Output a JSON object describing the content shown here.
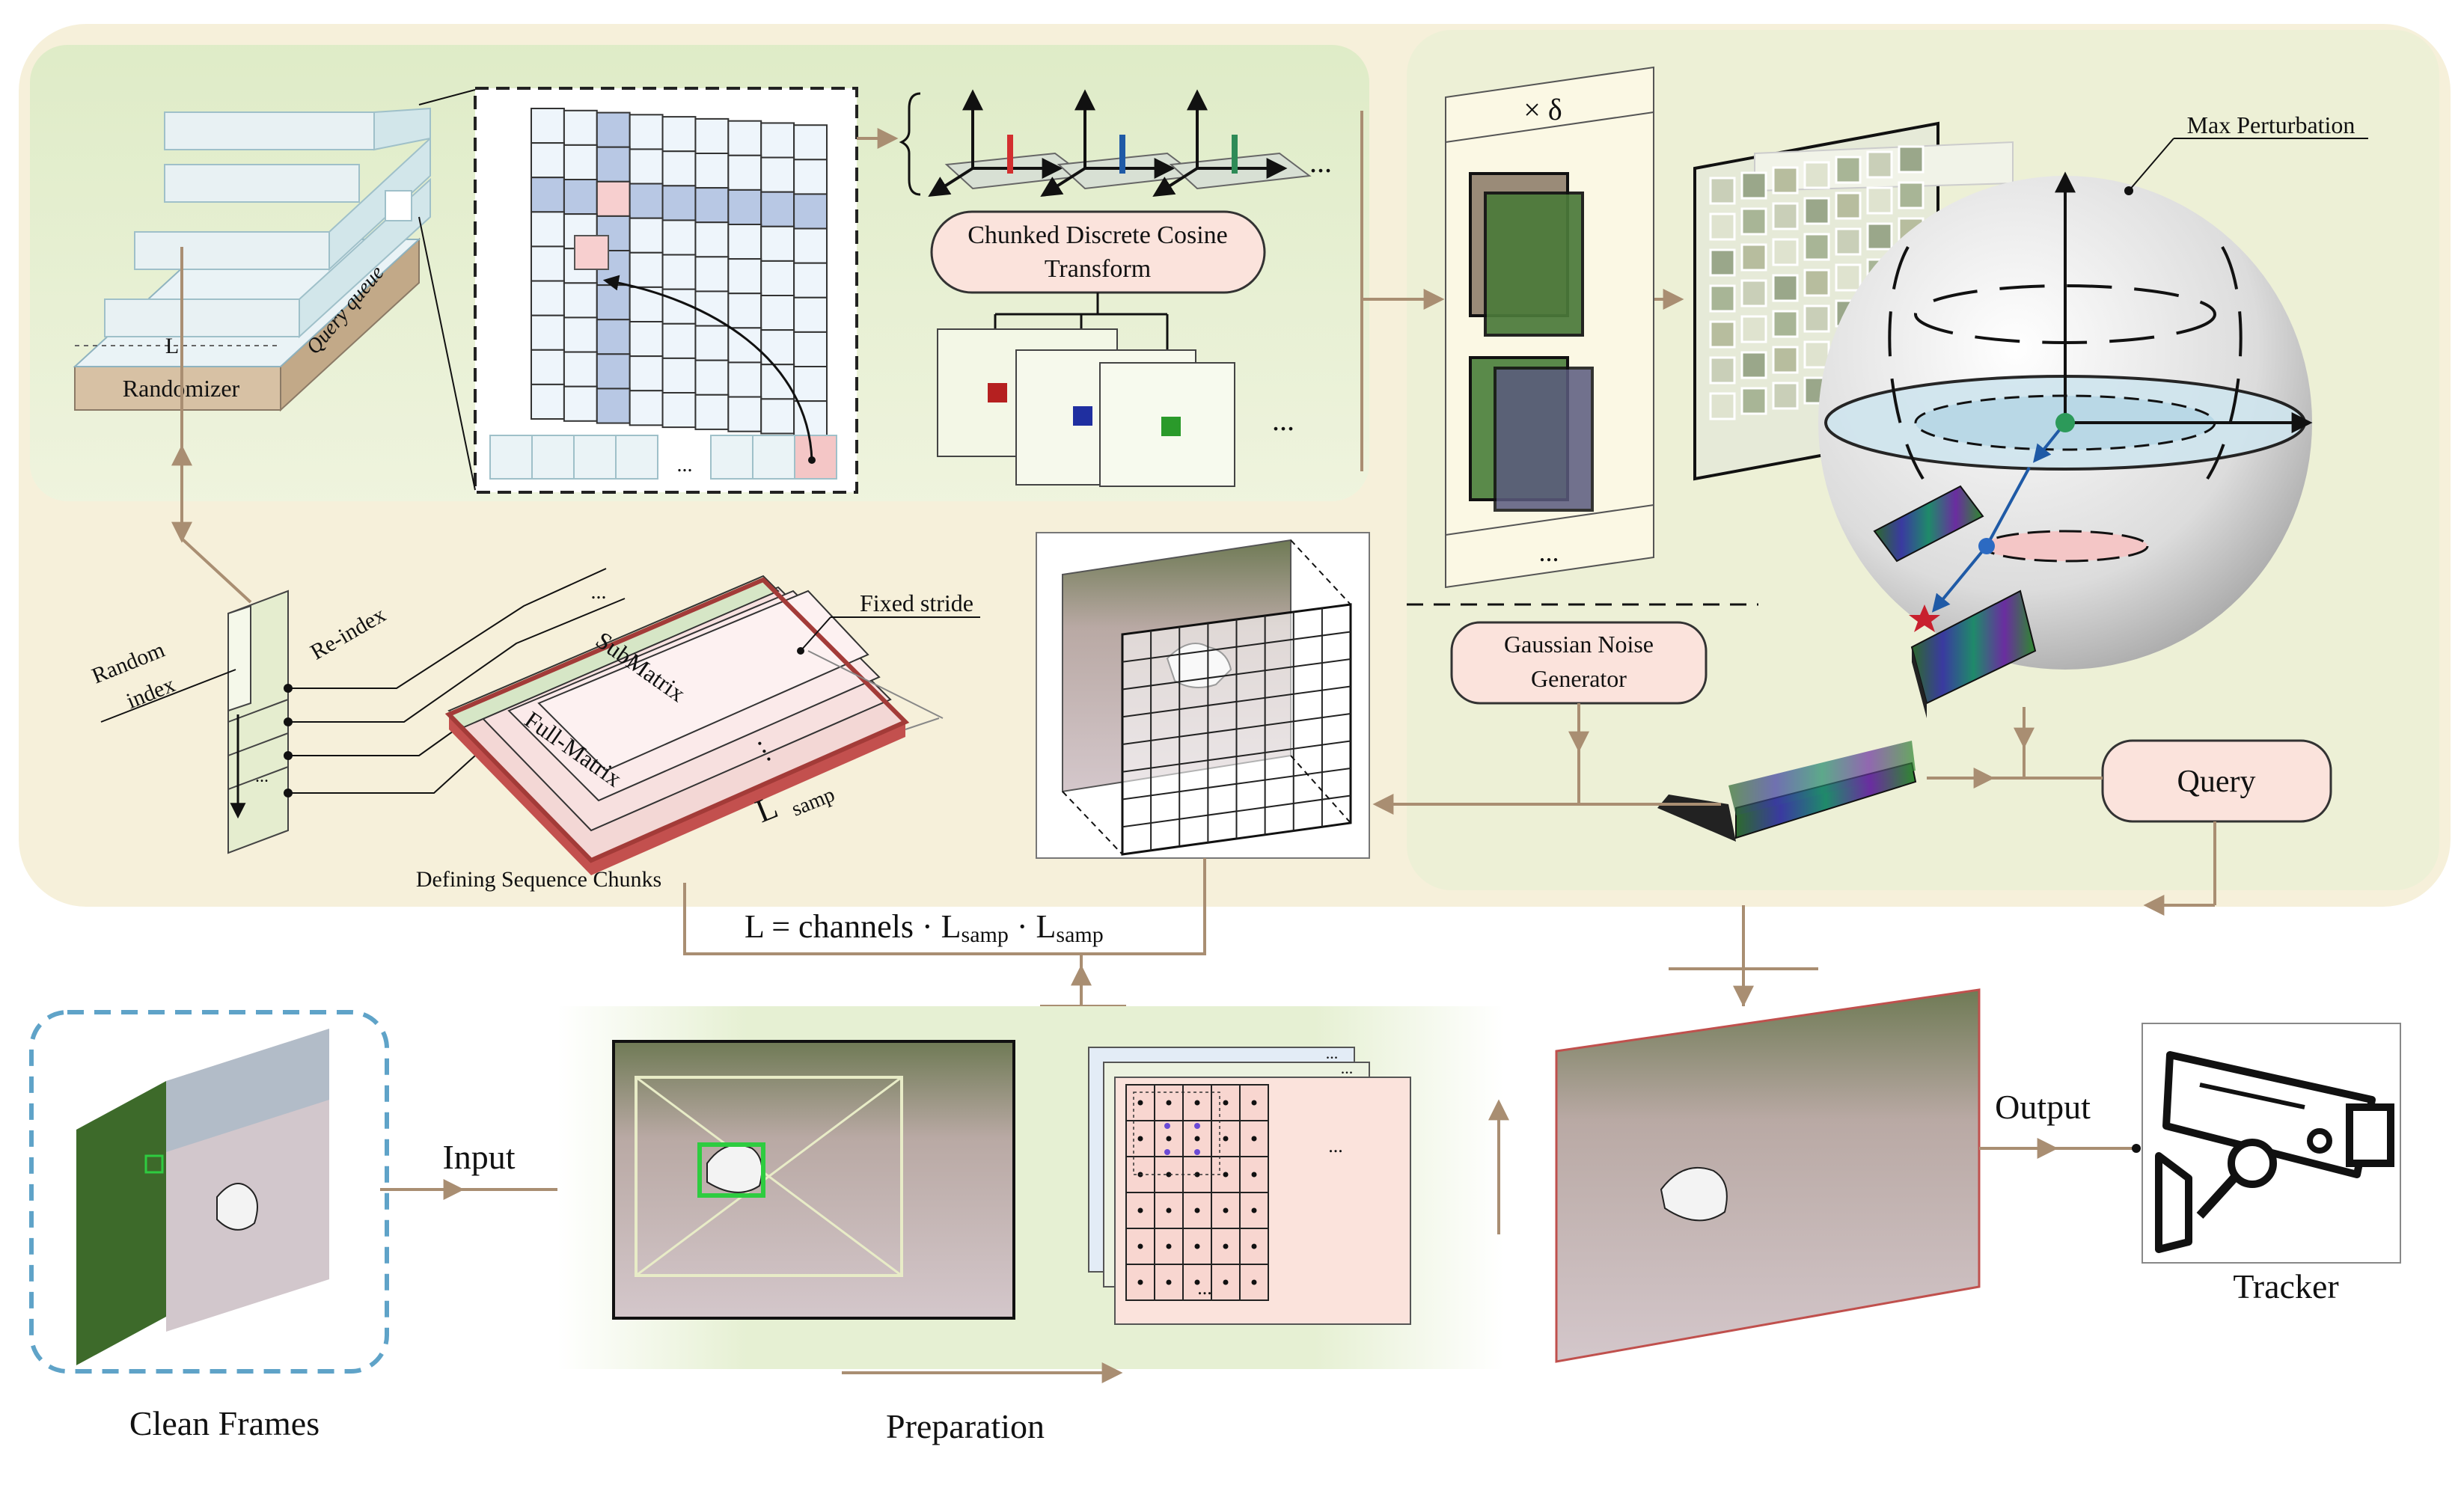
{
  "top_panel": {
    "randomizer": "Randomizer",
    "query_queue": "Query queue",
    "L": "L",
    "ellipsis": "...",
    "ellipsis_small": "…"
  },
  "dct": {
    "line1": "Chunked Discrete Cosine",
    "line2": "Transform"
  },
  "left_bottom": {
    "random_index_1": "Random",
    "random_index_2": "index",
    "re_index": "Re-index",
    "fixed_stride": "Fixed stride",
    "submatrix": "SubMatrix",
    "full_matrix": "Full-Matrix",
    "L_samp_main": "L",
    "L_samp_sub": "samp",
    "defining_chunks": "Defining Sequence Chunks"
  },
  "formula": {
    "L_eq": "L = channels · L",
    "samp1": "samp",
    "dot": " · L",
    "samp2": "samp"
  },
  "perturbation": {
    "times_delta": "× δ",
    "max_perturbation": "Max Perturbation",
    "gaussian_1": "Gaussian Noise",
    "gaussian_2": "Generator",
    "query": "Query"
  },
  "bottom": {
    "clean_frames": "Clean Frames",
    "input": "Input",
    "preparation": "Preparation",
    "output": "Output",
    "tracker": "Tracker"
  },
  "colors": {
    "panel_bg": "#f6f0da",
    "panel_green": "#e4efcf",
    "connector": "#a98e72",
    "pink": "#fbe3dc",
    "dashed_frame": "#5fa3c8",
    "cell_blue": "#eaf3f6"
  }
}
